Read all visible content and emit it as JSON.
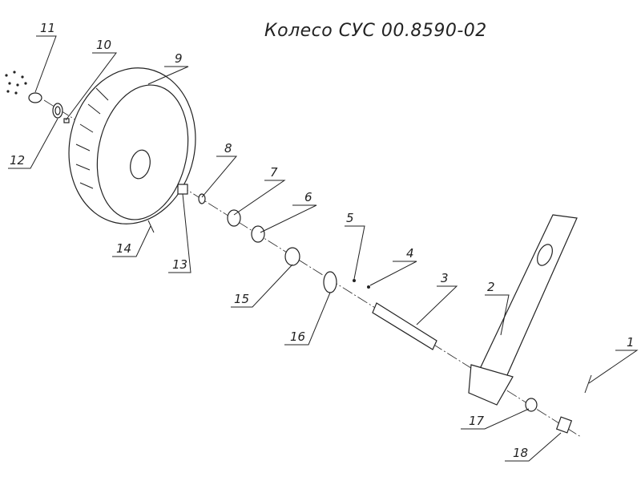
{
  "title": "Колесо СУС 00.8590-02",
  "callouts": [
    {
      "label": "1"
    },
    {
      "label": "2"
    },
    {
      "label": "3"
    },
    {
      "label": "4"
    },
    {
      "label": "5"
    },
    {
      "label": "6"
    },
    {
      "label": "7"
    },
    {
      "label": "8"
    },
    {
      "label": "9"
    },
    {
      "label": "10"
    },
    {
      "label": "11"
    },
    {
      "label": "12"
    },
    {
      "label": "13"
    },
    {
      "label": "14"
    },
    {
      "label": "15"
    },
    {
      "label": "16"
    },
    {
      "label": "17"
    },
    {
      "label": "18"
    }
  ]
}
